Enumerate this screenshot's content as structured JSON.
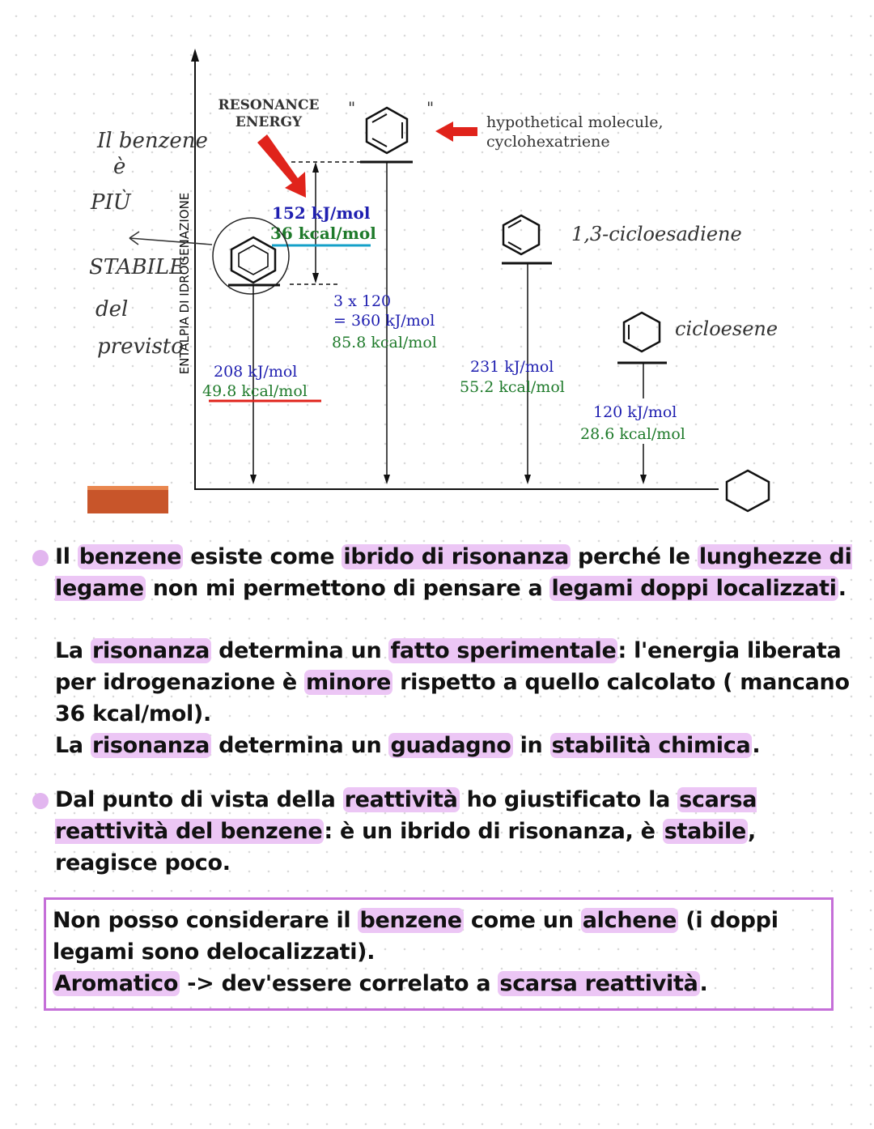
{
  "diagram": {
    "axis_label": "ENTALPIA DI IDROGENAZIONE",
    "resonance_label": [
      "RESONANCE",
      "ENERGY"
    ],
    "quote_marks": "\"",
    "hypothetical_label": [
      "hypothetical molecule,",
      "cyclohexatriene"
    ],
    "resonance_kj": "152 kJ/mol",
    "resonance_kcal": "36 kcal/mol",
    "triene_line1": "3 x 120",
    "triene_line2": "= 360 kJ/mol",
    "triene_line3": "85.8 kcal/mol",
    "benzene_kj": "208 kJ/mol",
    "benzene_kcal": "49.8 kcal/mol",
    "diene_kj": "231 kJ/mol",
    "diene_kcal": "55.2 kcal/mol",
    "alkene_kj": "120 kJ/mol",
    "alkene_kcal": "28.6 kcal/mol",
    "handwritten": {
      "benzene_note": [
        "Il benzene",
        "è",
        "PIÙ",
        "STABILE",
        "del",
        "previsto"
      ],
      "diene_name": "1,3-cicloesadiene",
      "alkene_name": "cicloesene"
    },
    "colors": {
      "arrow_red": "#e0231b",
      "blue": "#1f1fb0",
      "green": "#1e7a2a",
      "cyan": "#14a0c8",
      "red_underline": "#e0231b",
      "legend_block": "#c8552a"
    }
  },
  "notes": {
    "p1": [
      {
        "t": "Il "
      },
      {
        "t": "benzene",
        "h": true
      },
      {
        "t": " esiste come "
      },
      {
        "t": "ibrido di risonanza",
        "h": true
      },
      {
        "t": " perché le "
      },
      {
        "t": "lunghezze di legame",
        "h": true
      },
      {
        "t": " non mi permettono di pensare a "
      },
      {
        "t": "legami doppi localizzati",
        "h": true
      },
      {
        "t": "."
      }
    ],
    "p2": [
      {
        "t": "La "
      },
      {
        "t": "risonanza",
        "h": true
      },
      {
        "t": " determina un "
      },
      {
        "t": "fatto sperimentale",
        "h": true
      },
      {
        "t": ": l'energia liberata per idrogenazione è "
      },
      {
        "t": "minore",
        "h": true
      },
      {
        "t": " rispetto a quello calcolato ( mancano 36 kcal/mol)."
      }
    ],
    "p3": [
      {
        "t": "La "
      },
      {
        "t": "risonanza",
        "h": true
      },
      {
        "t": " determina un "
      },
      {
        "t": "guadagno",
        "h": true
      },
      {
        "t": " in "
      },
      {
        "t": "stabilità chimica",
        "h": true
      },
      {
        "t": "."
      }
    ],
    "p4": [
      {
        "t": "Dal punto di vista della "
      },
      {
        "t": "reattività",
        "h": true
      },
      {
        "t": " ho giustificato la "
      },
      {
        "t": "scarsa reattività del benzene",
        "h": true
      },
      {
        "t": ": è un ibrido di risonanza, è "
      },
      {
        "t": "stabile",
        "h": true
      },
      {
        "t": ", reagisce poco."
      }
    ],
    "box1": [
      {
        "t": "Non posso considerare il "
      },
      {
        "t": "benzene",
        "h": true
      },
      {
        "t": " come un "
      },
      {
        "t": "alchene",
        "h": true
      },
      {
        "t": " (i doppi legami sono delocalizzati)."
      }
    ],
    "box2": [
      {
        "t": "Aromatico",
        "h": true
      },
      {
        "t": " -> dev'essere correlato a "
      },
      {
        "t": "scarsa reattività",
        "h": true
      },
      {
        "t": "."
      }
    ]
  }
}
